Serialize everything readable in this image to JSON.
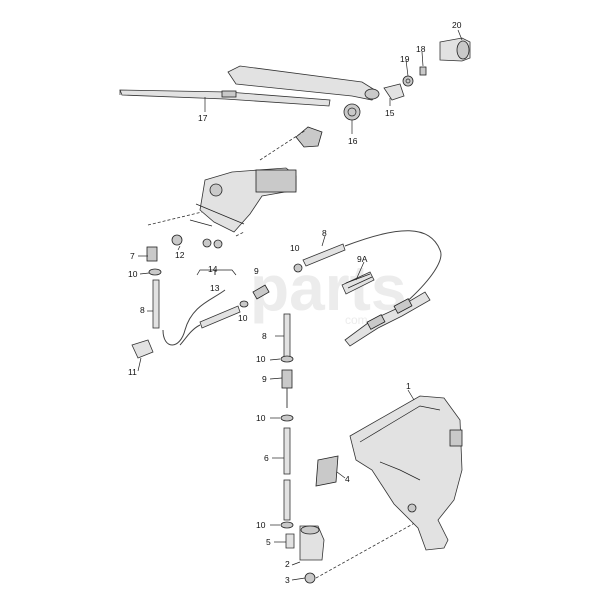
{
  "watermark": {
    "text": "parts",
    "sub": "com"
  },
  "callouts": {
    "c20": "20",
    "c19": "19",
    "c18": "18",
    "c15": "15",
    "c16": "16",
    "c17": "17",
    "c12": "12",
    "c14": "14",
    "c13": "13",
    "c7": "7",
    "c10a": "10",
    "c8a": "8",
    "c11": "11",
    "c10b": "10",
    "c8b": "8",
    "c9a": "9",
    "c9A": "9A",
    "c10c": "10",
    "c8c": "8",
    "c10d": "10",
    "c9b": "9",
    "c10e": "10",
    "c6": "6",
    "c10f": "10",
    "c5": "5",
    "c2": "2",
    "c3": "3",
    "c1": "1",
    "c4": "4"
  }
}
